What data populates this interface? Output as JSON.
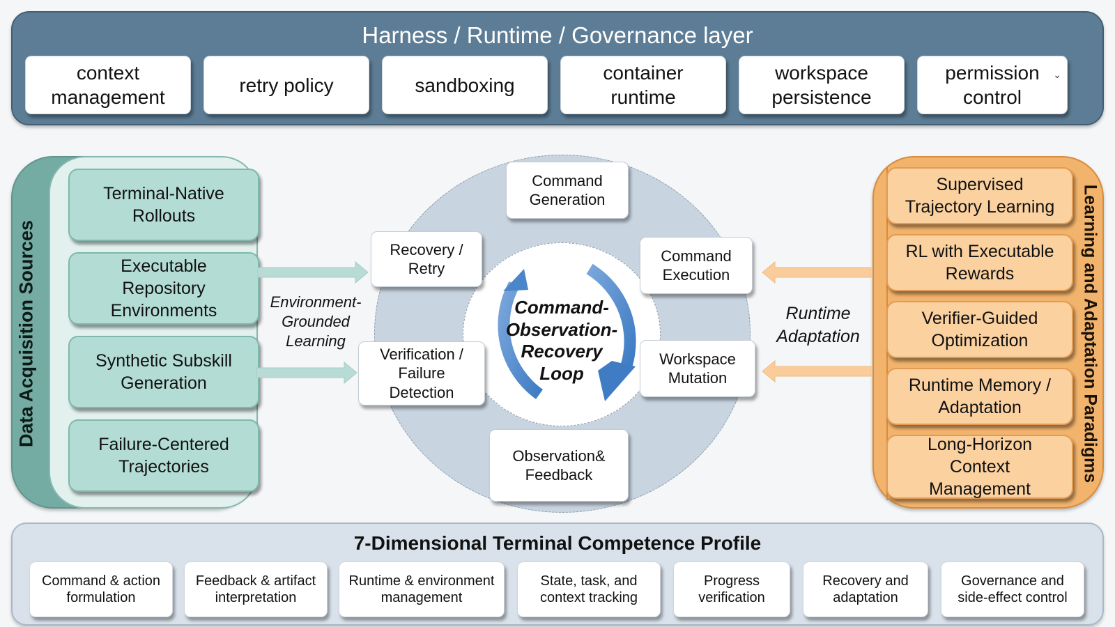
{
  "governance": {
    "title": "Harness / Runtime / Governance layer",
    "items": [
      "context\nmanagement",
      "retry policy",
      "sandboxing",
      "container\nruntime",
      "workspace\npersistence",
      "permission\ncontrol"
    ],
    "caret": "⌄"
  },
  "data_sources": {
    "title": "Data Acquisition Sources",
    "items": [
      "Terminal-Native\nRollouts",
      "Executable\nRepository\nEnvironments",
      "Synthetic Subskill\nGeneration",
      "Failure-Centered\nTrajectories"
    ]
  },
  "learning": {
    "title": "Learning and Adaptation Paradigms",
    "items": [
      "Supervised\nTrajectory Learning",
      "RL with Executable\nRewards",
      "Verifier-Guided\nOptimization",
      "Runtime Memory /\nAdaptation",
      "Long-Horizon\nContext\nManagement"
    ]
  },
  "loop": {
    "title": "Command-\nObservation-\nRecovery\nLoop",
    "steps": {
      "command_generation": "Command\nGeneration",
      "command_execution": "Command\nExecution",
      "workspace_mutation": "Workspace\nMutation",
      "observation_feedback": "Observation&\nFeedback",
      "verification": "Verification /\nFailure\nDetection",
      "recovery": "Recovery /\nRetry"
    }
  },
  "connectors": {
    "left_label": "Environment-\nGrounded\nLearning",
    "right_label": "Runtime\nAdaptation",
    "colors": {
      "left_arrow": "#b8dcd5",
      "right_arrow": "#f9cc9a",
      "loop_arrow": "#4a86c8"
    }
  },
  "profile": {
    "title": "7-Dimensional Terminal Competence Profile",
    "items": [
      "Command & action\nformulation",
      "Feedback & artifact\ninterpretation",
      "Runtime & environment\nmanagement",
      "State, task, and\ncontext tracking",
      "Progress\nverification",
      "Recovery and\nadaptation",
      "Governance and\nside-effect control"
    ]
  }
}
